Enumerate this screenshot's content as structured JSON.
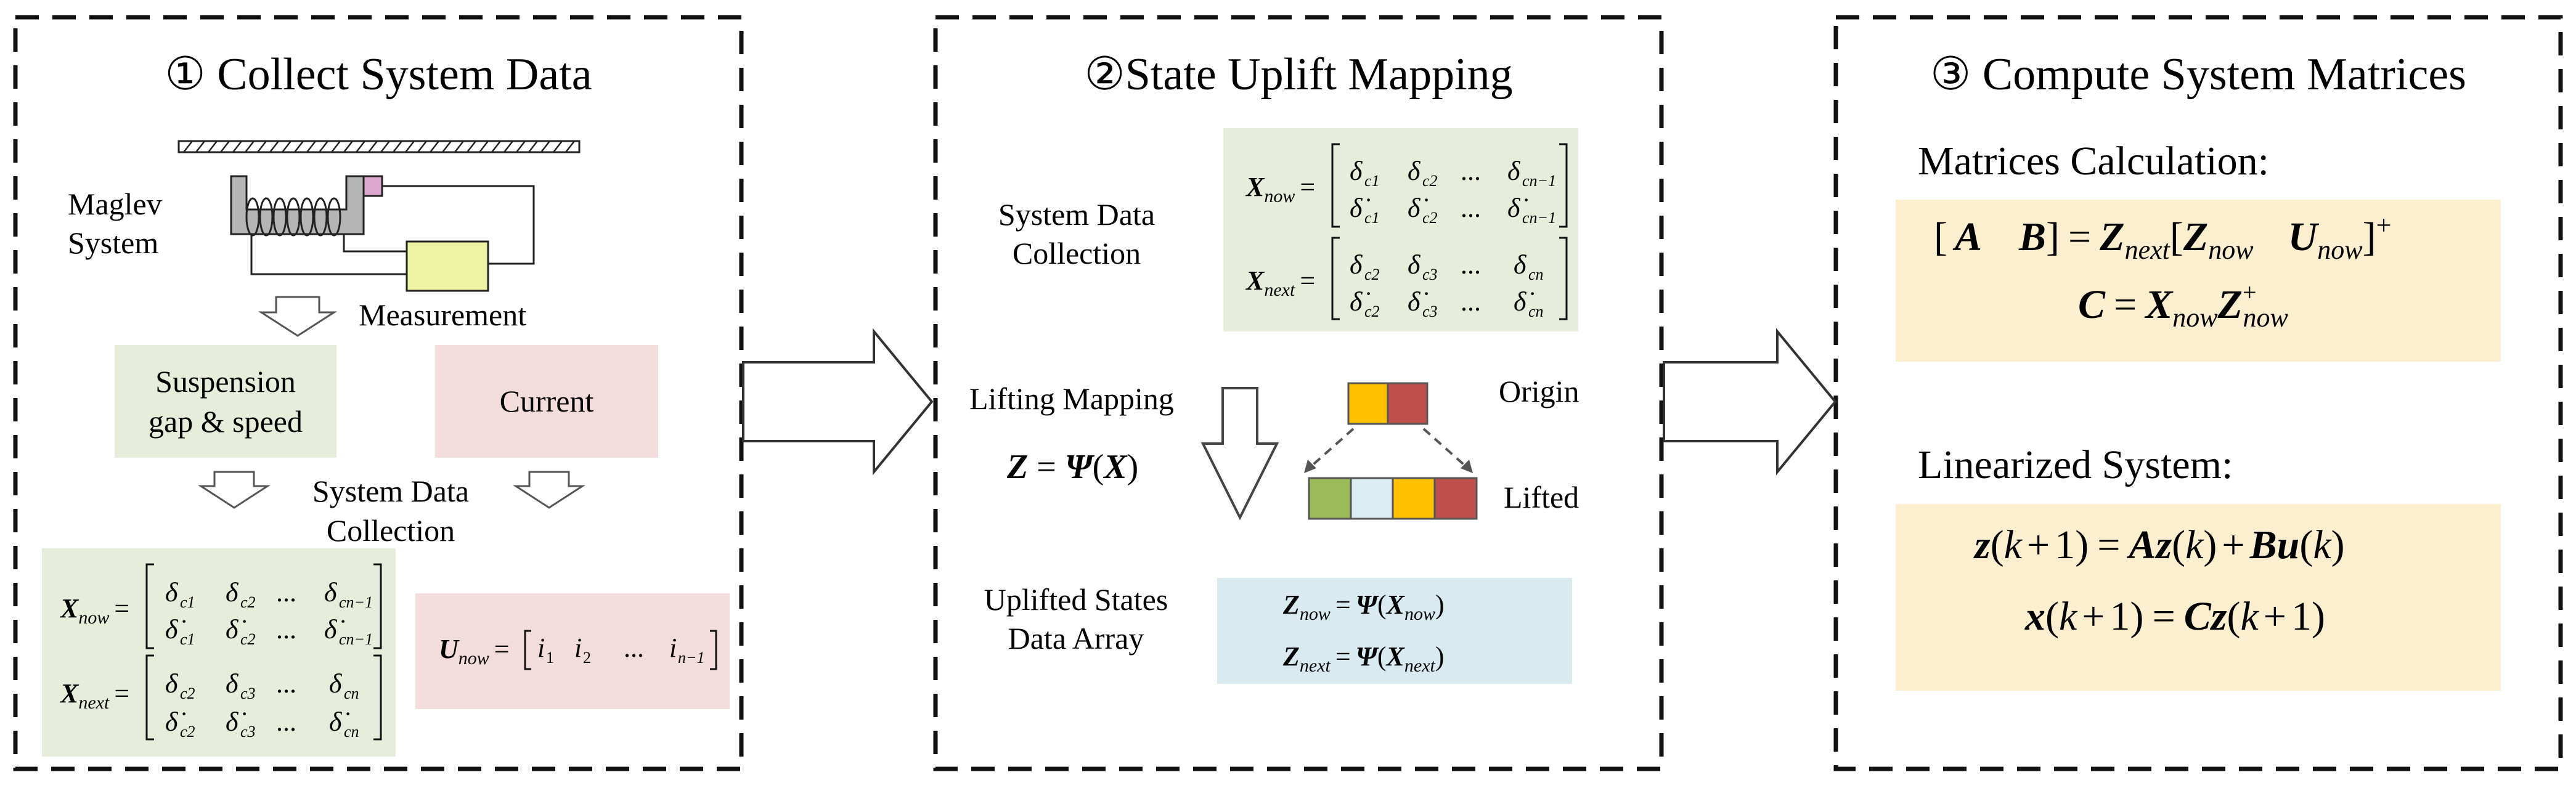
{
  "colors": {
    "green_box": "#e6eedb",
    "pink_box": "#f2dcdc",
    "blue_box": "#d9ebf1",
    "yellow_box": "#fcefcf",
    "coil_gray": "#b5b5b5",
    "sensor_pink": "#dca6cf",
    "sensor_yellow": "#eef2a3",
    "cell_orange": "#ffc000",
    "cell_red": "#c0504d",
    "cell_green": "#9bbb59",
    "cell_lightblue": "#daeef3"
  },
  "panels": {
    "collect": {
      "title": "① Collect System Data",
      "maglev_line1": "Maglev",
      "maglev_line2": "System",
      "measurement": "Measurement",
      "suspension_line1": "Suspension",
      "suspension_line2": "gap & speed",
      "current": "Current",
      "sdc_line1": "System Data",
      "sdc_line2": "Collection"
    },
    "uplift": {
      "title": "②State Uplift Mapping",
      "sdc_line1": "System Data",
      "sdc_line2": "Collection",
      "lifting_mapping": "Lifting Mapping",
      "origin": "Origin",
      "lifted": "Lifted",
      "uplifted_line1": "Uplifted States",
      "uplifted_line2": "Data Array"
    },
    "compute": {
      "title": "③ Compute System Matrices",
      "matrices_calc": "Matrices Calculation:",
      "linearized": "Linearized System:"
    }
  },
  "math": {
    "X": "X",
    "U": "U",
    "Z": "Z",
    "A": "A",
    "B": "B",
    "C": "C",
    "x": "x",
    "z": "z",
    "u": "u",
    "k": "k",
    "now": "now",
    "next": "next",
    "psi": "Ψ",
    "delta": "δ",
    "delta_dot": "δ̇",
    "c1": "c1",
    "c2": "c2",
    "c3": "c3",
    "cn": "cn",
    "cn_1": "cn−1",
    "dots": "...",
    "i": "i",
    "i1": "1",
    "i2": "2",
    "in_1": "n−1",
    "plus": "+",
    "one": "1"
  }
}
